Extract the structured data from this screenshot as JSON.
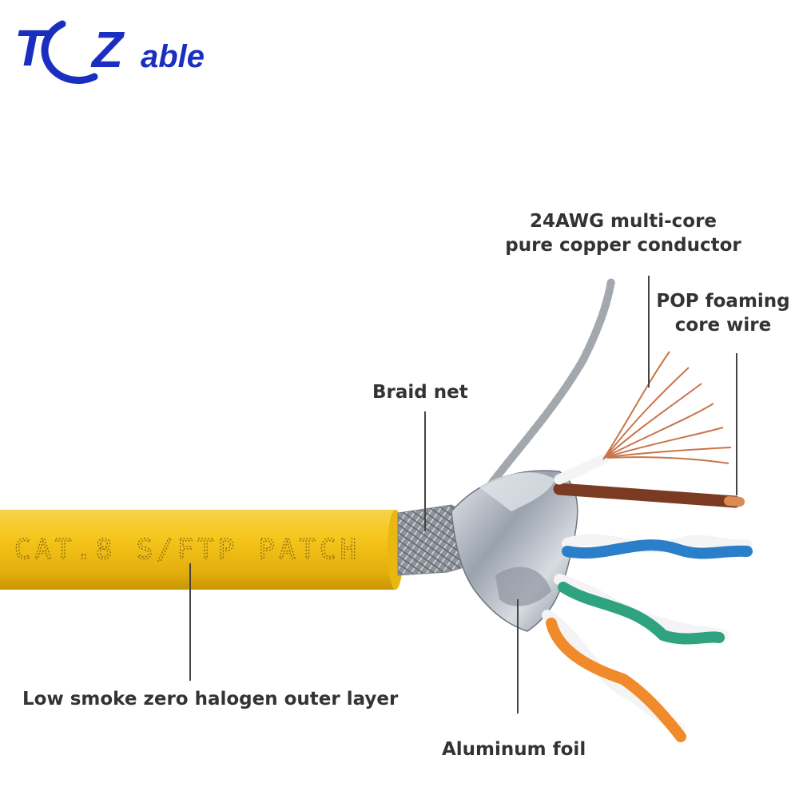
{
  "brand": {
    "name": "TZable",
    "color": "#1a2fbf"
  },
  "cable_print": "CAT.8 S/FTP PATCH",
  "labels": {
    "conductor_line1": "24AWG multi-core",
    "conductor_line2": "pure copper conductor",
    "pop_line1": "POP foaming",
    "pop_line2": "core wire",
    "braid": "Braid net",
    "outer_layer": "Low smoke zero halogen outer layer",
    "foil": "Aluminum foil"
  },
  "colors": {
    "jacket": "#f5c61b",
    "copper": "#c9744a",
    "brown": "#7a3b22",
    "blue": "#2a7fc8",
    "green": "#2fa380",
    "orange": "#f08a2a",
    "foil": "#b9bfc7",
    "braid": "#9aa0a6"
  }
}
